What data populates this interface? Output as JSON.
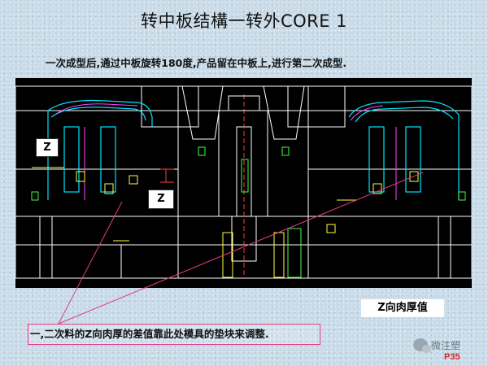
{
  "slide": {
    "title": "转中板结構一转外CORE 1",
    "intro": "一次成型后,通过中板旋转180度,产品留在中板上,进行第二次成型."
  },
  "labels": {
    "z_left": "Z",
    "z_right": "Z",
    "thickness": "Z向肉厚值"
  },
  "note": "一,二次料的Z向肉厚的差值靠此处模具的垫块来调整.",
  "watermark": {
    "icon": "chat-bubble-icon",
    "text": "微注塑"
  },
  "page_number": "P35",
  "colors": {
    "background": "#c9dbe8",
    "drawing_bg": "#000000",
    "callout": "#e63a8a",
    "page_number": "#d42a2a"
  }
}
